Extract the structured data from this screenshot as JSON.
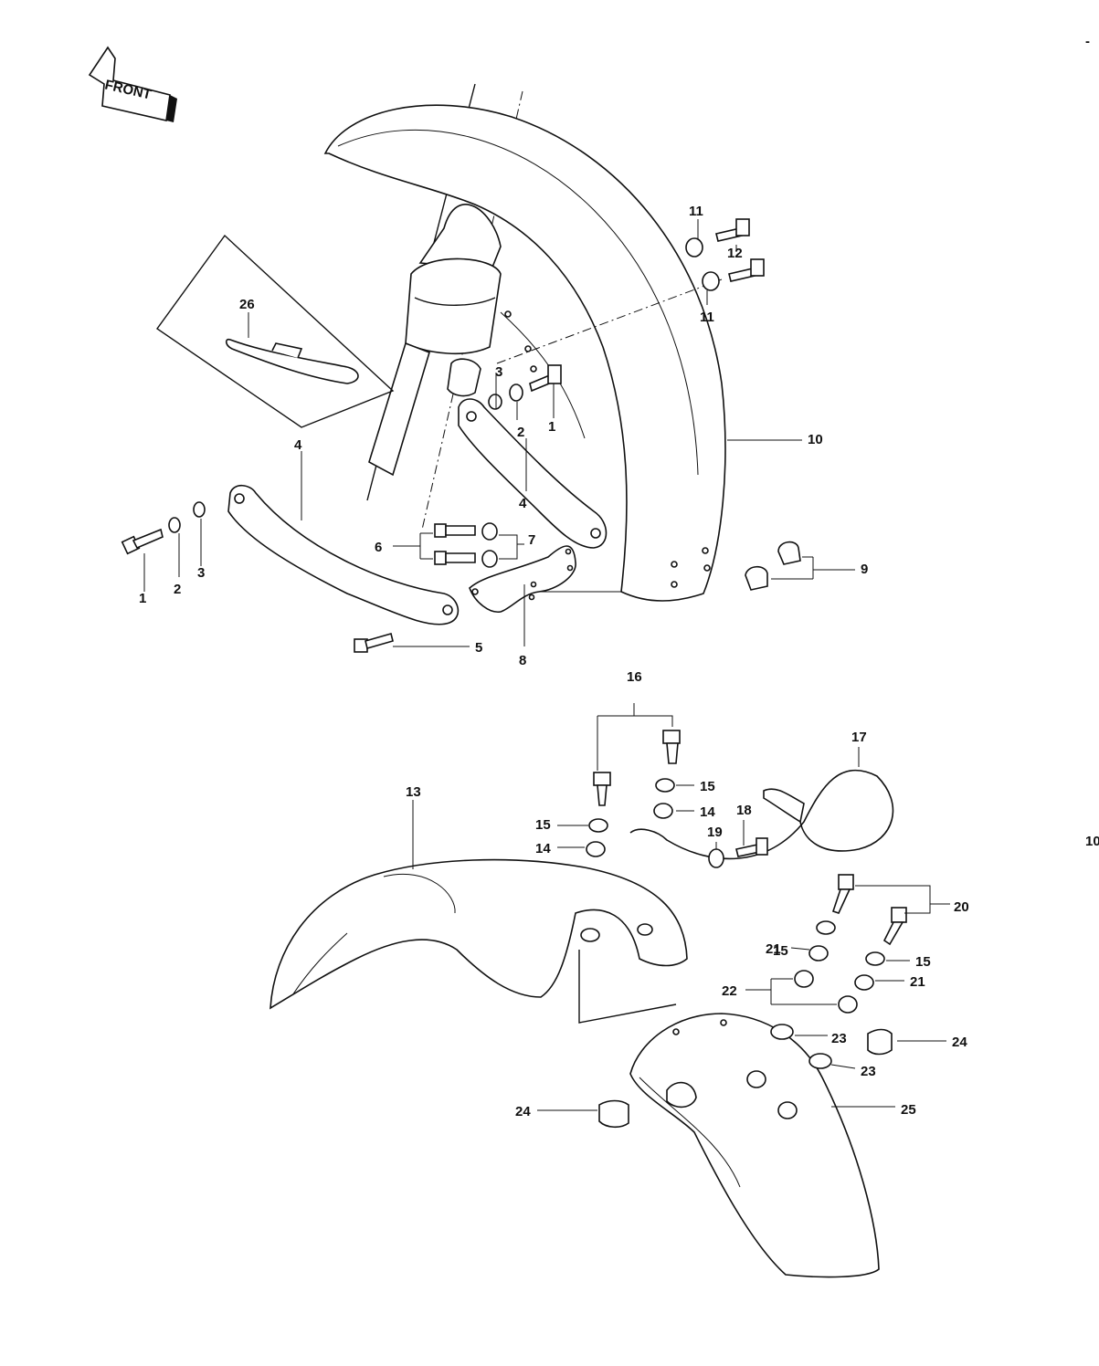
{
  "front_badge": "FRONT",
  "edge_marks": {
    "top_right": "-",
    "right": "10"
  },
  "callouts": [
    {
      "id": "c1a",
      "num": "1"
    },
    {
      "id": "c2a",
      "num": "2"
    },
    {
      "id": "c3a",
      "num": "3"
    },
    {
      "id": "c1b",
      "num": "1"
    },
    {
      "id": "c2b",
      "num": "2"
    },
    {
      "id": "c3b",
      "num": "3"
    },
    {
      "id": "c4a",
      "num": "4"
    },
    {
      "id": "c4b",
      "num": "4"
    },
    {
      "id": "c5",
      "num": "5"
    },
    {
      "id": "c6",
      "num": "6"
    },
    {
      "id": "c7",
      "num": "7"
    },
    {
      "id": "c8",
      "num": "8"
    },
    {
      "id": "c9",
      "num": "9"
    },
    {
      "id": "c10",
      "num": "10"
    },
    {
      "id": "c11a",
      "num": "11"
    },
    {
      "id": "c11b",
      "num": "11"
    },
    {
      "id": "c12",
      "num": "12"
    },
    {
      "id": "c13",
      "num": "13"
    },
    {
      "id": "c14a",
      "num": "14"
    },
    {
      "id": "c14b",
      "num": "14"
    },
    {
      "id": "c15a",
      "num": "15"
    },
    {
      "id": "c15b",
      "num": "15"
    },
    {
      "id": "c15c",
      "num": "15"
    },
    {
      "id": "c15d",
      "num": "15"
    },
    {
      "id": "c16",
      "num": "16"
    },
    {
      "id": "c17",
      "num": "17"
    },
    {
      "id": "c18",
      "num": "18"
    },
    {
      "id": "c19",
      "num": "19"
    },
    {
      "id": "c20",
      "num": "20"
    },
    {
      "id": "c21a",
      "num": "21"
    },
    {
      "id": "c21b",
      "num": "21"
    },
    {
      "id": "c22",
      "num": "22"
    },
    {
      "id": "c23a",
      "num": "23"
    },
    {
      "id": "c23b",
      "num": "23"
    },
    {
      "id": "c24a",
      "num": "24"
    },
    {
      "id": "c24b",
      "num": "24"
    },
    {
      "id": "c25",
      "num": "25"
    },
    {
      "id": "c26",
      "num": "26"
    }
  ]
}
